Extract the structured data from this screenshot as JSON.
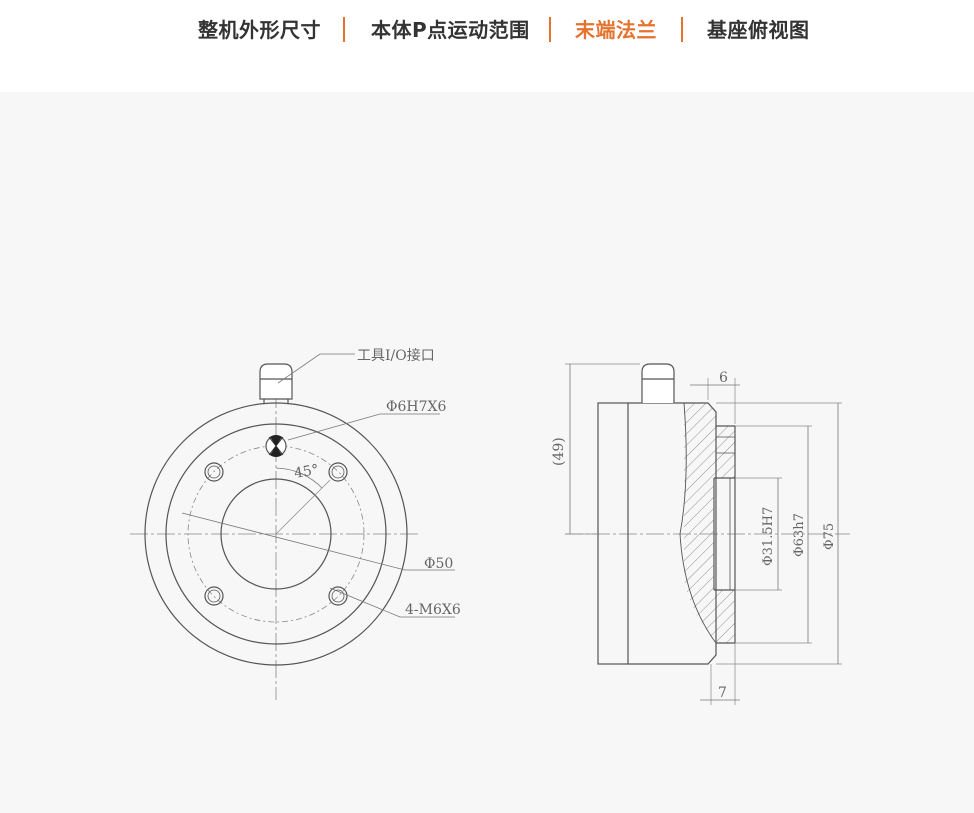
{
  "tabs": [
    {
      "label": "整机外形尺寸",
      "active": false
    },
    {
      "label": "本体P点运动范围",
      "active": false
    },
    {
      "label": "末端法兰",
      "active": true
    },
    {
      "label": "基座俯视图",
      "active": false
    }
  ],
  "colors": {
    "accent": "#e4732f",
    "text": "#333333",
    "panel": "#f7f7f7",
    "line": "#555555"
  },
  "drawing": {
    "front_view": {
      "tool_io_label": "工具I/O接口",
      "pin_hole_label": "Φ6H7X6",
      "angle_label": "45°",
      "bolt_circle_label": "Φ50",
      "thread_label": "4-M6X6"
    },
    "side_view": {
      "height_label": "(49)",
      "top_width_label": "6",
      "bottom_width_label": "7",
      "bore_label": "Φ31.5H7",
      "spigot_label": "Φ63h7",
      "outer_label": "Φ75"
    }
  }
}
